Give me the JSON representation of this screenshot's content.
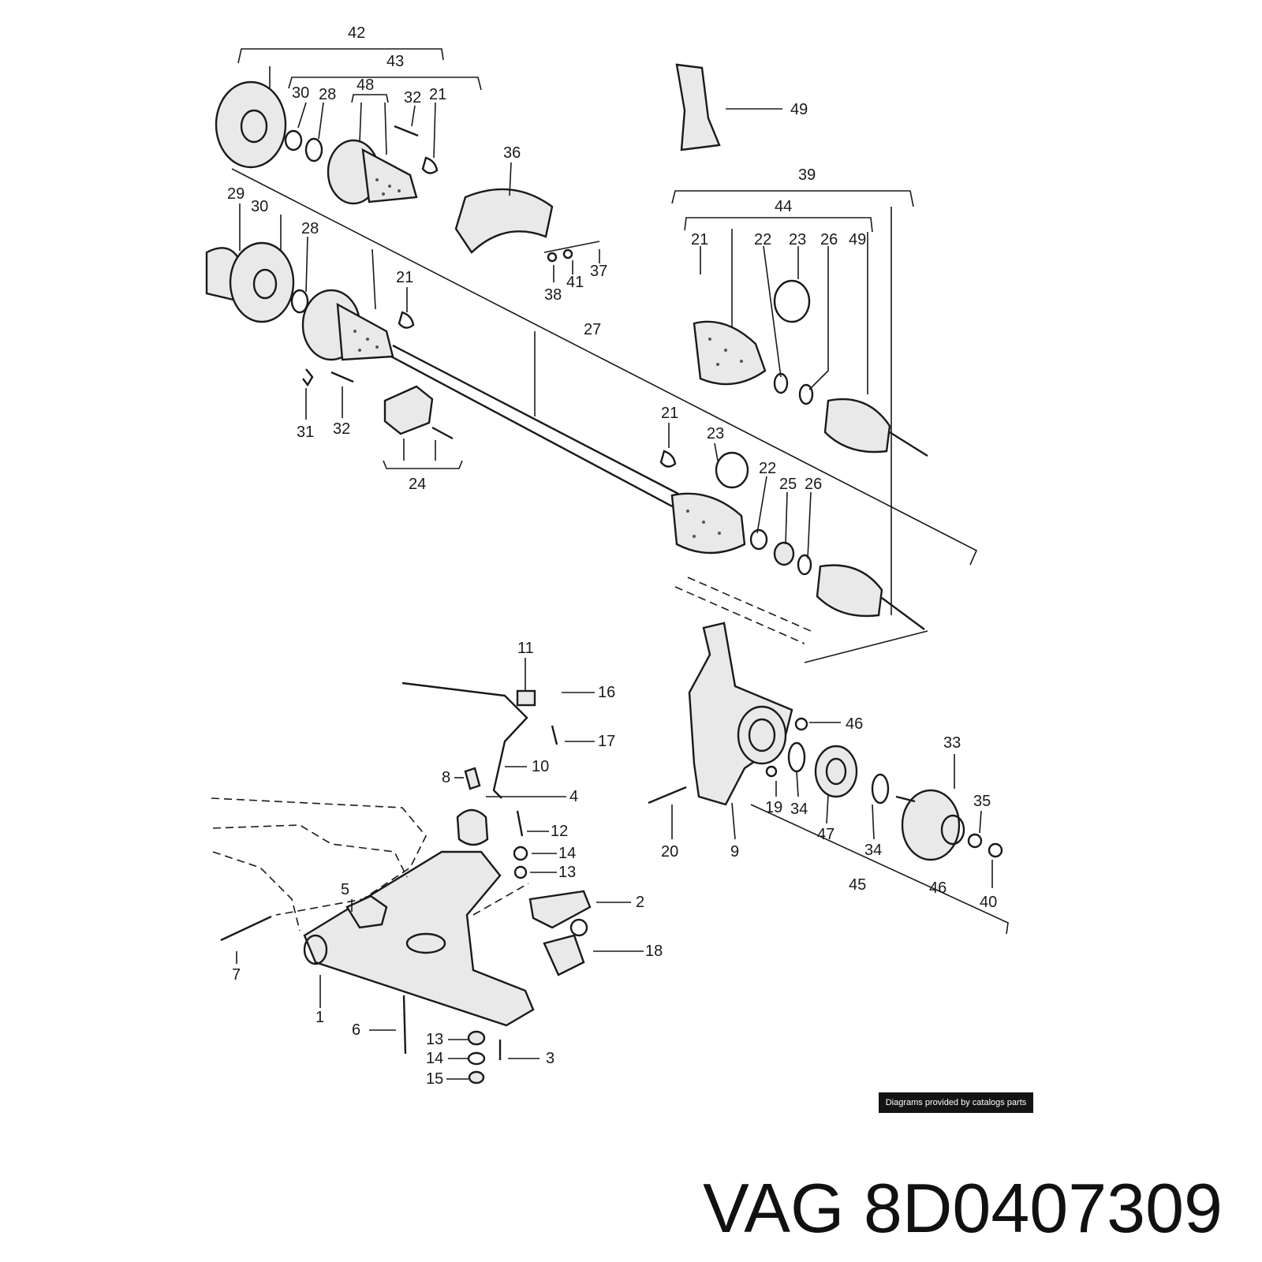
{
  "credit": "Diagrams provided by catalogs parts",
  "title": {
    "brand": "VAG",
    "part_number": "8D0407309"
  },
  "callouts": [
    "42",
    "43",
    "30",
    "28",
    "48",
    "32",
    "21",
    "36",
    "49",
    "39",
    "44",
    "29",
    "30",
    "28",
    "21",
    "21",
    "22",
    "23",
    "26",
    "49",
    "27",
    "31",
    "32",
    "24",
    "21",
    "23",
    "22",
    "25",
    "26",
    "11",
    "16",
    "17",
    "10",
    "8",
    "4",
    "12",
    "14",
    "13",
    "2",
    "5",
    "18",
    "7",
    "1",
    "6",
    "13",
    "14",
    "3",
    "15",
    "33",
    "46",
    "35",
    "20",
    "19",
    "34",
    "47",
    "34",
    "9",
    "45",
    "46",
    "40",
    "38",
    "41",
    "37"
  ]
}
